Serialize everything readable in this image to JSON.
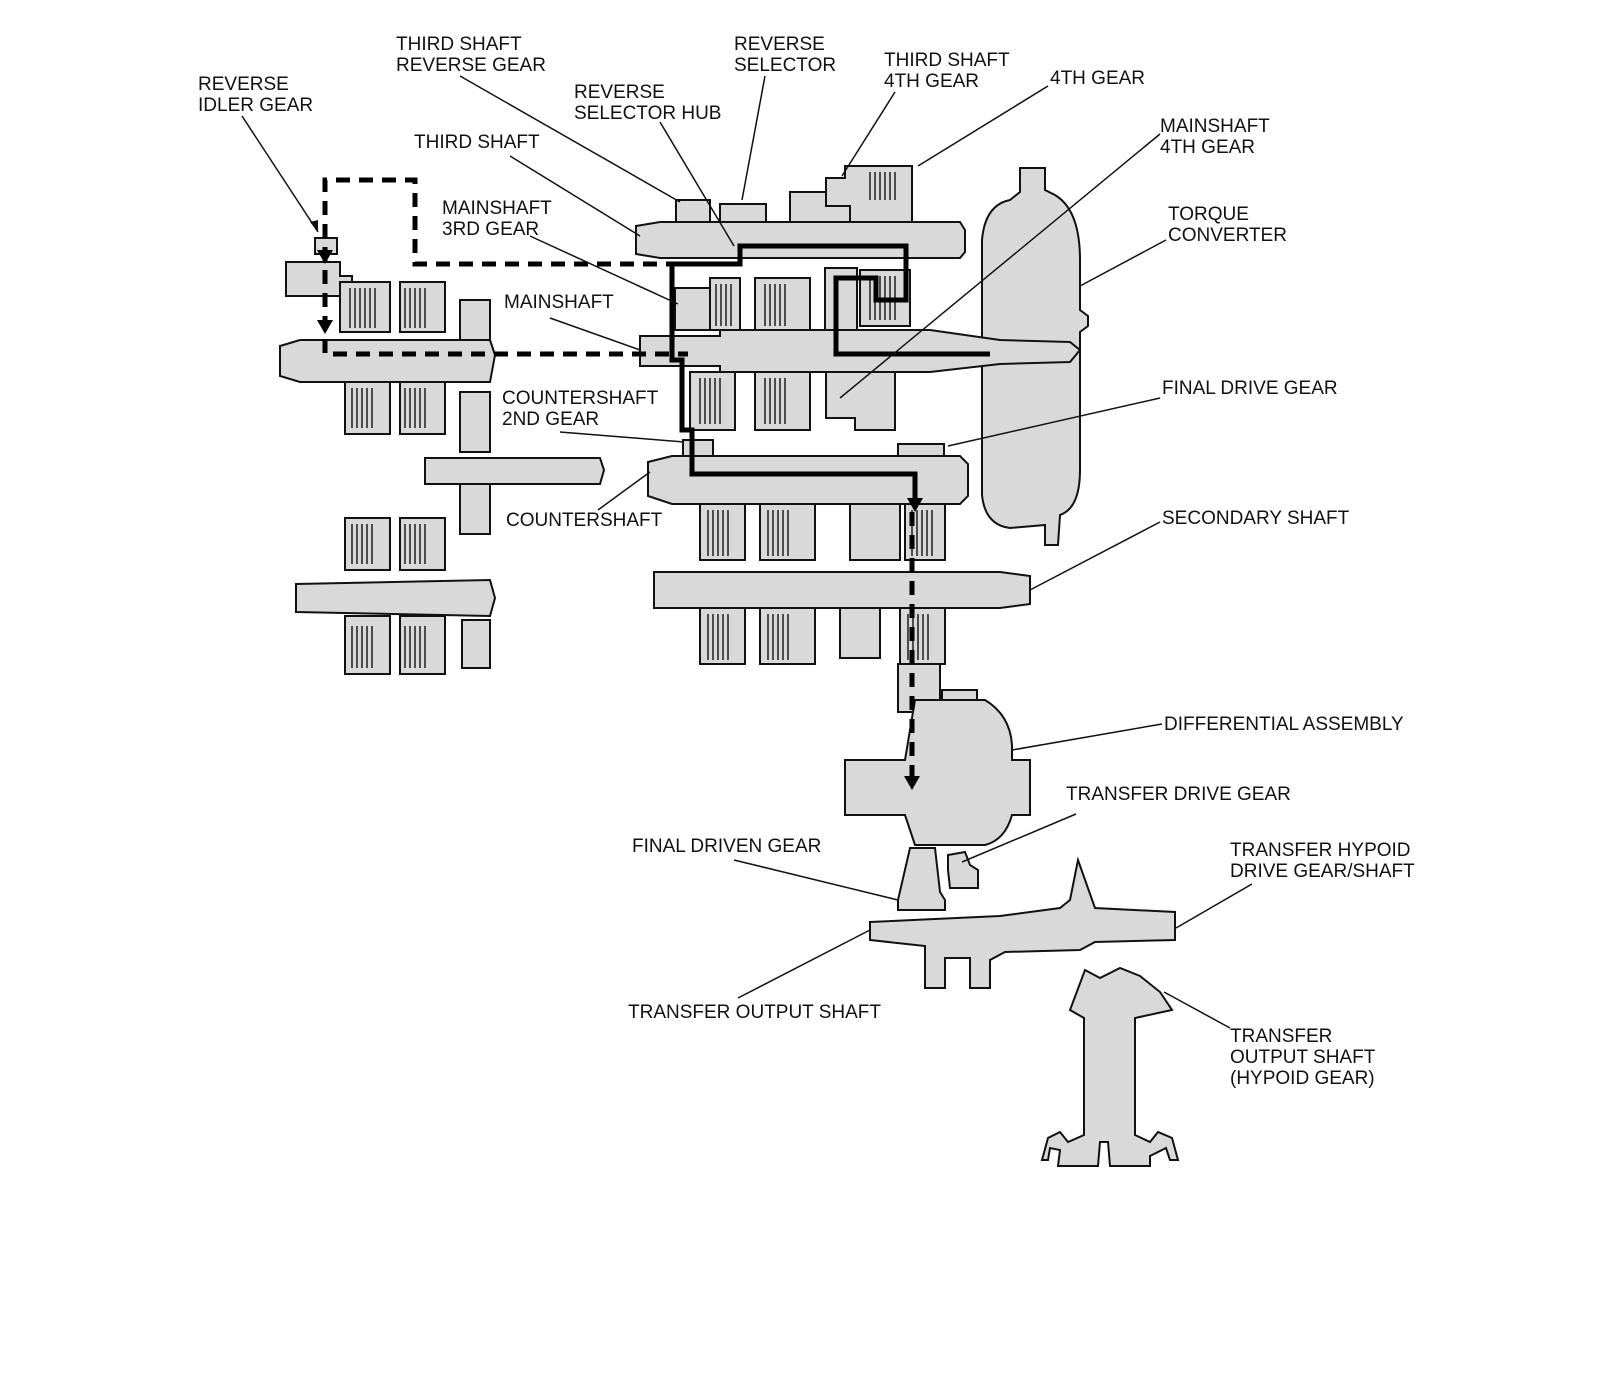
{
  "labels": {
    "reverse_idler_gear": [
      "REVERSE",
      "IDLER GEAR"
    ],
    "third_shaft_reverse_gear": [
      "THIRD SHAFT",
      "REVERSE GEAR"
    ],
    "reverse_selector": [
      "REVERSE",
      "SELECTOR"
    ],
    "third_shaft_4th_gear": [
      "THIRD SHAFT",
      "4TH GEAR"
    ],
    "fourth_gear": [
      "4TH GEAR"
    ],
    "reverse_selector_hub": [
      "REVERSE",
      "SELECTOR HUB"
    ],
    "third_shaft": [
      "THIRD SHAFT"
    ],
    "mainshaft_4th_gear": [
      "MAINSHAFT",
      "4TH GEAR"
    ],
    "mainshaft_3rd_gear": [
      "MAINSHAFT",
      "3RD GEAR"
    ],
    "torque_converter": [
      "TORQUE",
      "CONVERTER"
    ],
    "mainshaft": [
      "MAINSHAFT"
    ],
    "final_drive_gear": [
      "FINAL DRIVE GEAR"
    ],
    "countershaft_2nd_gear": [
      "COUNTERSHAFT",
      "2ND GEAR"
    ],
    "countershaft": [
      "COUNTERSHAFT"
    ],
    "secondary_shaft": [
      "SECONDARY SHAFT"
    ],
    "differential_assembly": [
      "DIFFERENTIAL ASSEMBLY"
    ],
    "transfer_drive_gear": [
      "TRANSFER DRIVE GEAR"
    ],
    "final_driven_gear": [
      "FINAL DRIVEN GEAR"
    ],
    "transfer_hypoid_drive_gear_shaft": [
      "TRANSFER HYPOID",
      "DRIVE GEAR/SHAFT"
    ],
    "transfer_output_shaft": [
      "TRANSFER OUTPUT SHAFT"
    ],
    "transfer_output_shaft_hypoid_gear": [
      "TRANSFER",
      "OUTPUT SHAFT",
      "(HYPOID GEAR)"
    ]
  },
  "colors": {
    "part_fill": "#d9d9d9",
    "outline": "#111111",
    "power_flow": "#000000"
  }
}
